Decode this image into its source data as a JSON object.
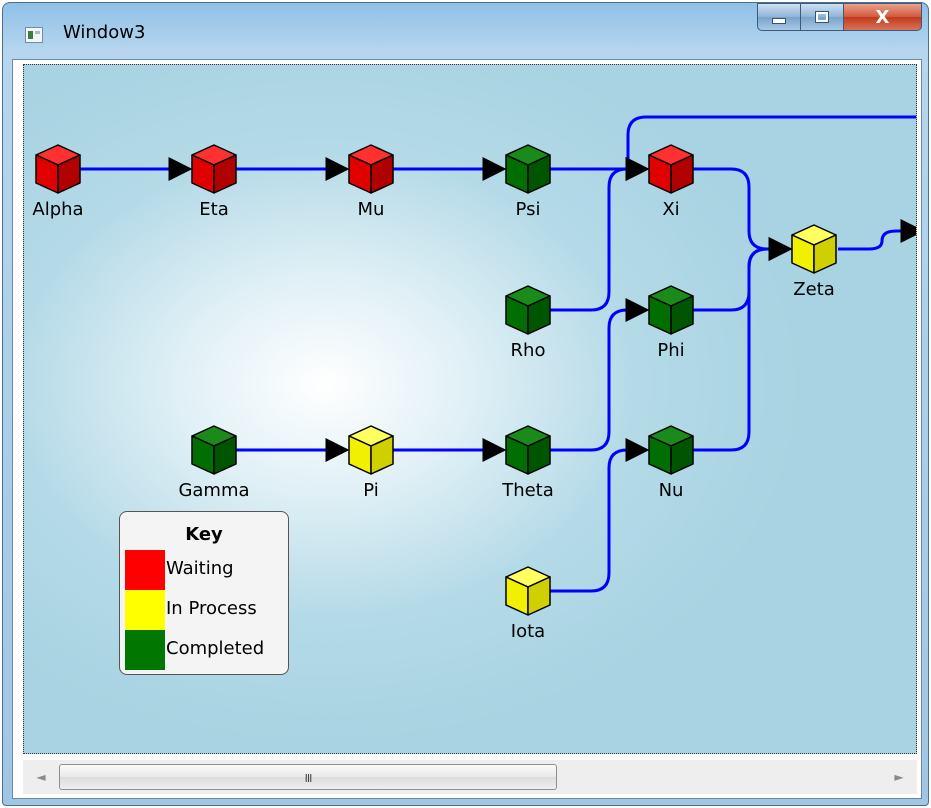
{
  "window": {
    "title": "Window3",
    "close_glyph": "X"
  },
  "colors": {
    "waiting": "#ff0000",
    "in_process": "#ffff00",
    "completed": "#007700",
    "edge": "#0000ff"
  },
  "nodes": [
    {
      "id": "alpha",
      "label": "Alpha",
      "status": "waiting"
    },
    {
      "id": "eta",
      "label": "Eta",
      "status": "waiting"
    },
    {
      "id": "mu",
      "label": "Mu",
      "status": "waiting"
    },
    {
      "id": "psi",
      "label": "Psi",
      "status": "completed"
    },
    {
      "id": "xi",
      "label": "Xi",
      "status": "waiting"
    },
    {
      "id": "zeta",
      "label": "Zeta",
      "status": "in_process"
    },
    {
      "id": "rho",
      "label": "Rho",
      "status": "completed"
    },
    {
      "id": "phi",
      "label": "Phi",
      "status": "completed"
    },
    {
      "id": "gamma",
      "label": "Gamma",
      "status": "completed"
    },
    {
      "id": "pi",
      "label": "Pi",
      "status": "in_process"
    },
    {
      "id": "theta",
      "label": "Theta",
      "status": "completed"
    },
    {
      "id": "nu",
      "label": "Nu",
      "status": "completed"
    },
    {
      "id": "iota",
      "label": "Iota",
      "status": "in_process"
    }
  ],
  "edges": [
    [
      "alpha",
      "eta"
    ],
    [
      "eta",
      "mu"
    ],
    [
      "mu",
      "psi"
    ],
    [
      "psi",
      "xi"
    ],
    [
      "rho",
      "xi"
    ],
    [
      "xi",
      "zeta"
    ],
    [
      "phi",
      "zeta"
    ],
    [
      "nu",
      "zeta"
    ],
    [
      "gamma",
      "pi"
    ],
    [
      "pi",
      "theta"
    ],
    [
      "theta",
      "phi"
    ],
    [
      "iota",
      "nu"
    ]
  ],
  "key": {
    "title": "Key",
    "items": [
      {
        "label": "Waiting",
        "status": "waiting"
      },
      {
        "label": "In Process",
        "status": "in_process"
      },
      {
        "label": "Completed",
        "status": "completed"
      }
    ]
  },
  "scrollbar": {
    "left_arrow": "◄",
    "right_arrow": "►",
    "grip": "III"
  }
}
